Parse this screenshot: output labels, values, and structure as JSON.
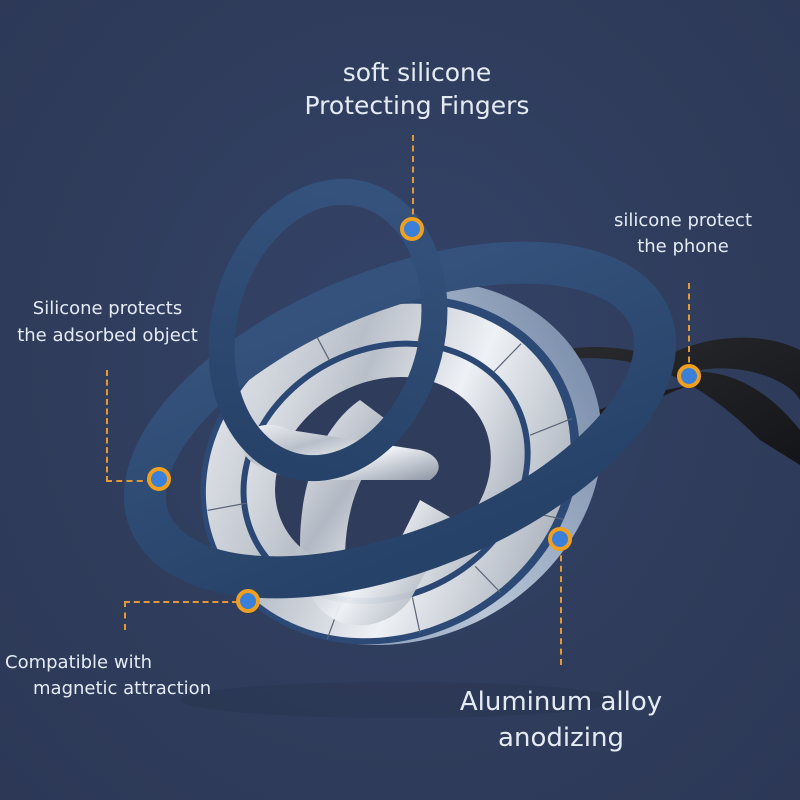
{
  "colors": {
    "background": "#2f3c5b",
    "label_text": "#e4ebf5",
    "leader_line": "#e39a36",
    "marker_ring": "#f0a020",
    "marker_fill": "#3a7fd8",
    "silicone_blue": "#2e4a72",
    "metal_silver": "#c9ced6",
    "strap_black": "#1e1f22"
  },
  "callouts": {
    "top": {
      "line1": "soft silicone",
      "line2": "Protecting Fingers"
    },
    "right": {
      "line1": "silicone protect",
      "line2": "the phone"
    },
    "left": {
      "line1": "Silicone protects",
      "line2": "the adsorbed object"
    },
    "bottom_left": {
      "line1": "Compatible with",
      "line2": "magnetic attraction"
    },
    "bottom_right": {
      "line1": "Aluminum alloy",
      "line2": "anodizing"
    }
  }
}
